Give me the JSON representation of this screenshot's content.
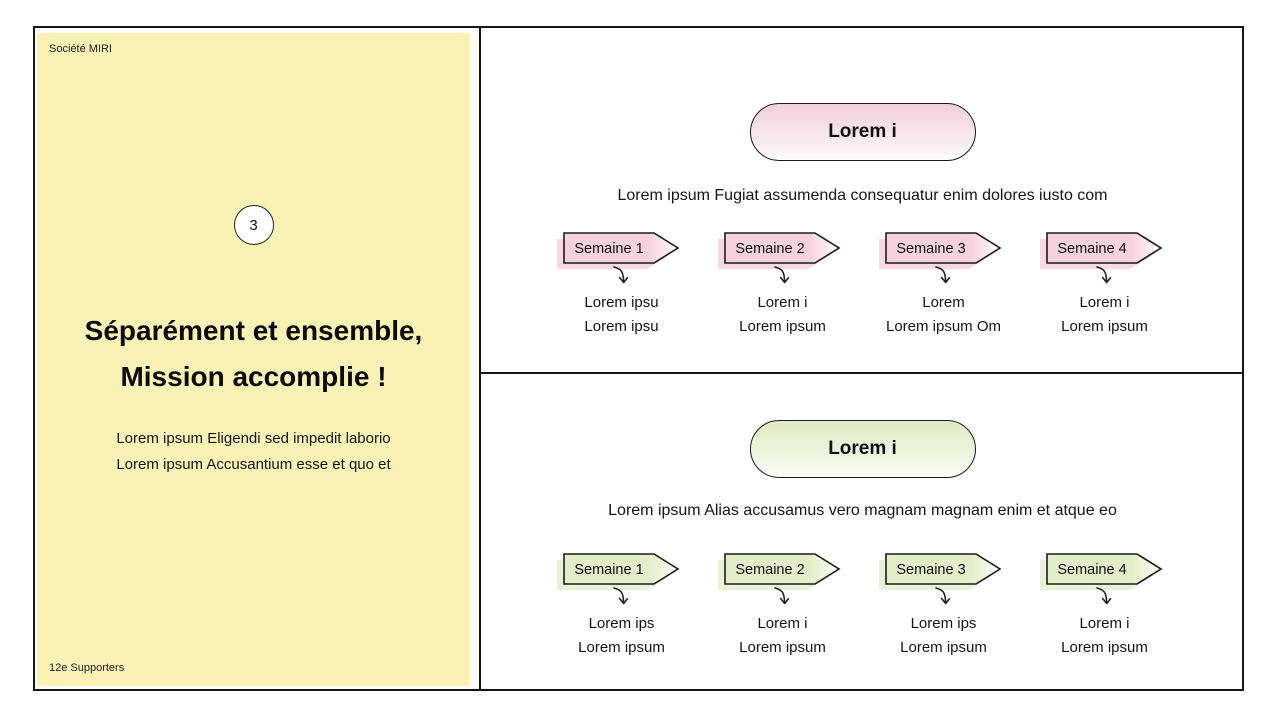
{
  "left_panel": {
    "company": "Société MIRI",
    "slide_number": "3",
    "title_line1": "Séparément et ensemble,",
    "title_line2": "Mission accomplie !",
    "subtitle_line1": "Lorem ipsum Eligendi sed impedit laborio",
    "subtitle_line2": "Lorem ipsum Accusantium esse et quo et",
    "footer": "12e Supporters",
    "bg_color": "#FAF2B4"
  },
  "sections": [
    {
      "name": "top-pink-timeline",
      "pill_label": "Lorem i",
      "description": "Lorem ipsum Fugiat assumenda consequatur enim dolores iusto com",
      "accent_fill": "#F5D2DE",
      "accent_shadow": "#F6D9E3",
      "weeks": [
        {
          "label": "Semaine 1",
          "line1": "Lorem ipsu",
          "line2": "Lorem ipsu"
        },
        {
          "label": "Semaine 2",
          "line1": "Lorem i",
          "line2": "Lorem ipsum"
        },
        {
          "label": "Semaine 3",
          "line1": "Lorem",
          "line2": "Lorem ipsum Om"
        },
        {
          "label": "Semaine 4",
          "line1": "Lorem i",
          "line2": "Lorem ipsum"
        }
      ]
    },
    {
      "name": "bottom-green-timeline",
      "pill_label": "Lorem i",
      "description": "Lorem ipsum Alias accusamus vero magnam magnam enim et atque eo",
      "accent_fill": "#E3EDC8",
      "accent_shadow": "#EAF1D6",
      "weeks": [
        {
          "label": "Semaine 1",
          "line1": "Lorem ips",
          "line2": "Lorem ipsum"
        },
        {
          "label": "Semaine 2",
          "line1": "Lorem i",
          "line2": "Lorem ipsum"
        },
        {
          "label": "Semaine 3",
          "line1": "Lorem ips",
          "line2": "Lorem ipsum"
        },
        {
          "label": "Semaine 4",
          "line1": "Lorem i",
          "line2": "Lorem ipsum"
        }
      ]
    }
  ]
}
